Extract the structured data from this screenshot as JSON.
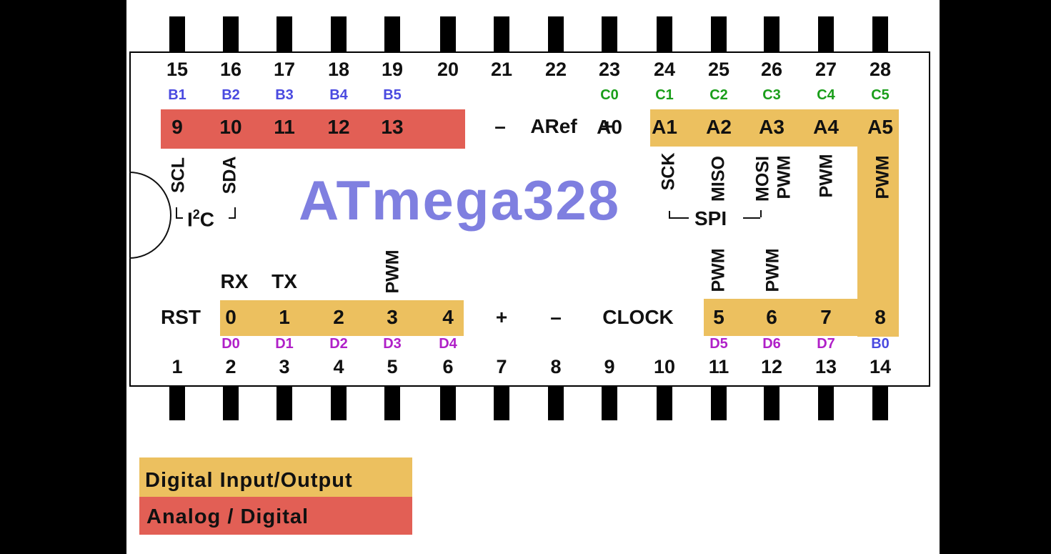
{
  "chip_name": "ATmega328",
  "top_pins": [
    {
      "num": "28",
      "port": "C5",
      "func": "A5"
    },
    {
      "num": "27",
      "port": "C4",
      "func": "A4"
    },
    {
      "num": "26",
      "port": "C3",
      "func": "A3"
    },
    {
      "num": "25",
      "port": "C2",
      "func": "A2"
    },
    {
      "num": "24",
      "port": "C1",
      "func": "A1"
    },
    {
      "num": "23",
      "port": "C0",
      "func": "A0"
    },
    {
      "num": "22",
      "port": "",
      "func": ""
    },
    {
      "num": "21",
      "port": "",
      "func": ""
    },
    {
      "num": "20",
      "port": "",
      "func": ""
    },
    {
      "num": "19",
      "port": "B5",
      "func": "13"
    },
    {
      "num": "18",
      "port": "B4",
      "func": "12"
    },
    {
      "num": "17",
      "port": "B3",
      "func": "11"
    },
    {
      "num": "16",
      "port": "B2",
      "func": "10"
    },
    {
      "num": "15",
      "port": "B1",
      "func": "9"
    }
  ],
  "bottom_pins": [
    {
      "num": "1",
      "port": "",
      "func": "RST"
    },
    {
      "num": "2",
      "port": "D0",
      "func": "0"
    },
    {
      "num": "3",
      "port": "D1",
      "func": "1"
    },
    {
      "num": "4",
      "port": "D2",
      "func": "2"
    },
    {
      "num": "5",
      "port": "D3",
      "func": "3"
    },
    {
      "num": "6",
      "port": "D4",
      "func": "4"
    },
    {
      "num": "7",
      "port": "",
      "func": "+"
    },
    {
      "num": "8",
      "port": "",
      "func": "–"
    },
    {
      "num": "9",
      "port": "",
      "func": "CLOCK"
    },
    {
      "num": "10",
      "port": "",
      "func": ""
    },
    {
      "num": "11",
      "port": "D5",
      "func": "5"
    },
    {
      "num": "12",
      "port": "D6",
      "func": "6"
    },
    {
      "num": "13",
      "port": "D7",
      "func": "7"
    },
    {
      "num": "14",
      "port": "B0",
      "func": "8"
    }
  ],
  "aref": {
    "minus": "–",
    "label": "ARef",
    "plus": "+"
  },
  "labels": {
    "scl": "SCL",
    "sda": "SDA",
    "i2c_i": "I",
    "i2c_sup": "2",
    "i2c_c": "C",
    "sck": "SCK",
    "miso": "MISO",
    "mosi": "MOSI",
    "spi": "SPI",
    "pwm": "PWM",
    "rx": "RX",
    "tx": "TX"
  },
  "legend": [
    {
      "label": "Digital Input/Output",
      "color": "#ecc05f"
    },
    {
      "label": "Analog / Digital",
      "color": "#e25f55"
    }
  ]
}
